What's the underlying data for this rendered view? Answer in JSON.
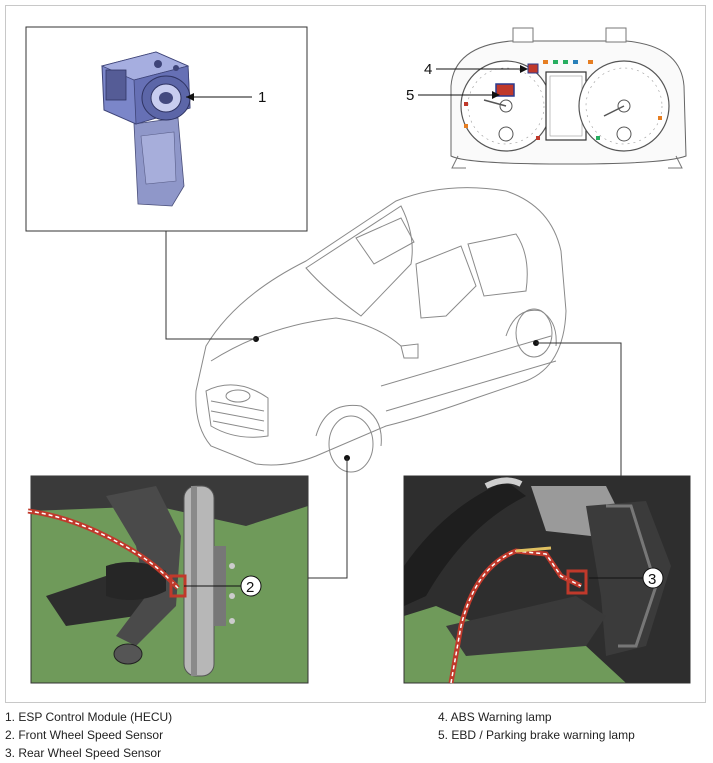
{
  "callouts": {
    "c1": "1",
    "c2": "2",
    "c3": "3",
    "c4": "4",
    "c5": "5"
  },
  "legend": {
    "left": [
      "1. ESP Control Module (HECU)",
      "2. Front Wheel Speed Sensor",
      "3. Rear Wheel Speed Sensor"
    ],
    "right": [
      "4. ABS Warning lamp",
      "5. EBD / Parking brake warning lamp"
    ]
  },
  "colors": {
    "photo_background": "#6f9a5a",
    "sensor_wire_highlight": "#c0392b",
    "module_blue": "#7b86c9"
  },
  "icons": [
    "esp-module-illustration",
    "instrument-cluster-illustration",
    "suv-line-drawing",
    "front-wheel-photo",
    "rear-wheel-photo"
  ]
}
